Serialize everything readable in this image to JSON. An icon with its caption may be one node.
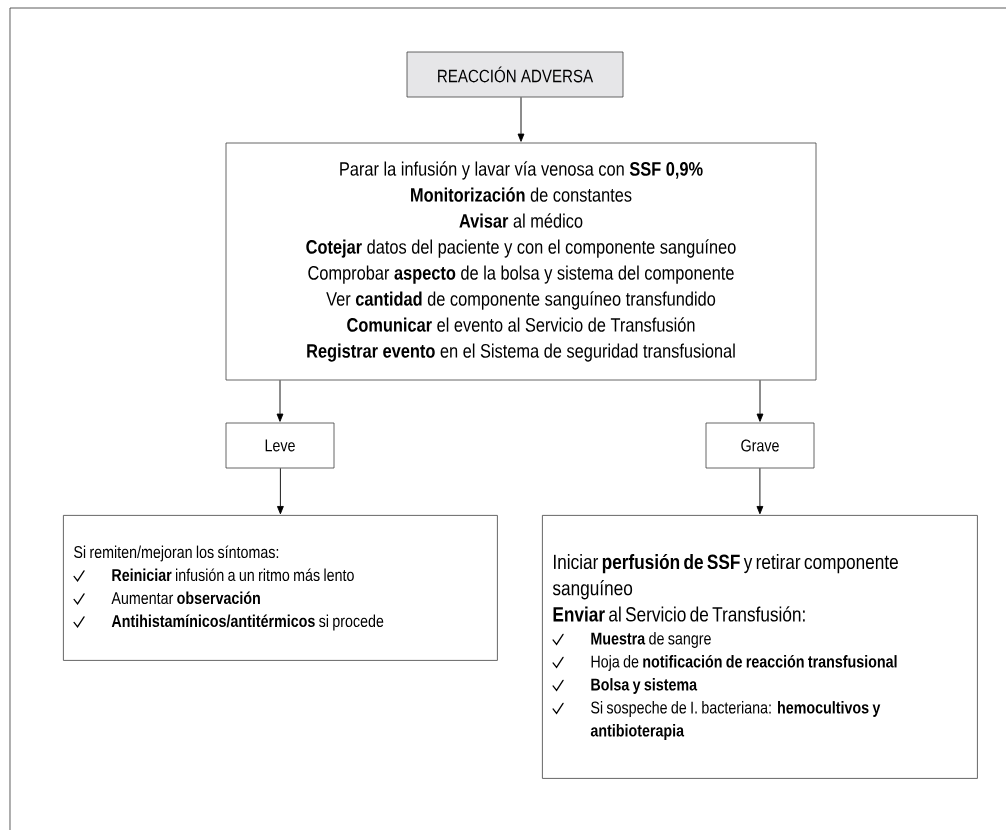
{
  "diagram": {
    "nodes": [
      {
        "text": [
          "REACCIÓN ADVERSA"
        ]
      },
      {
        "text": [
          "Parar la infusión y lavar vía venosa con **SSF 0,9%**",
          "**Monitorización** de constantes",
          "**Avisar** al médico",
          "**Cotejar** datos del paciente y con el componente sanguíneo",
          "Comprobar **aspecto** de la bolsa y sistema del componente",
          "Ver **cantidad** de componente sanguíneo transfundido",
          "**Comunicar** el evento al Servicio de Transfusión",
          "**Registrar evento** en el Sistema de seguridad transfusional"
        ]
      },
      {
        "text": [
          "Leve"
        ]
      },
      {
        "text": [
          "Grave"
        ]
      },
      {
        "text": [
          "Si remiten/mejoran los síntomas:",
          "**Reiniciar** infusión a un ritmo más lento",
          "Aumentar **observación**",
          "**Antihistamínicos/antitérmicos** si procede"
        ]
      },
      {
        "text": [
          "Iniciar **perfusión de SSF** y retirar componente sanguíneo",
          "**Enviar** al Servicio de Transfusión:",
          "**Muestra** de sangre",
          "Hoja de **notificación de reacción transfusional**",
          "Bolsa y sistema",
          "Si sospeche de I. bacteriana: **hemocultivos y antibioterapia**"
        ]
      }
    ],
    "edges": [
      {
        "from": 0,
        "to": 1,
        "arrow": "to"
      },
      {
        "from": 1,
        "to": 2,
        "arrow": "to"
      },
      {
        "from": 1,
        "to": 3,
        "arrow": "to"
      },
      {
        "from": 2,
        "to": 4,
        "arrow": "to"
      },
      {
        "from": 3,
        "to": 5,
        "arrow": "to"
      }
    ]
  }
}
